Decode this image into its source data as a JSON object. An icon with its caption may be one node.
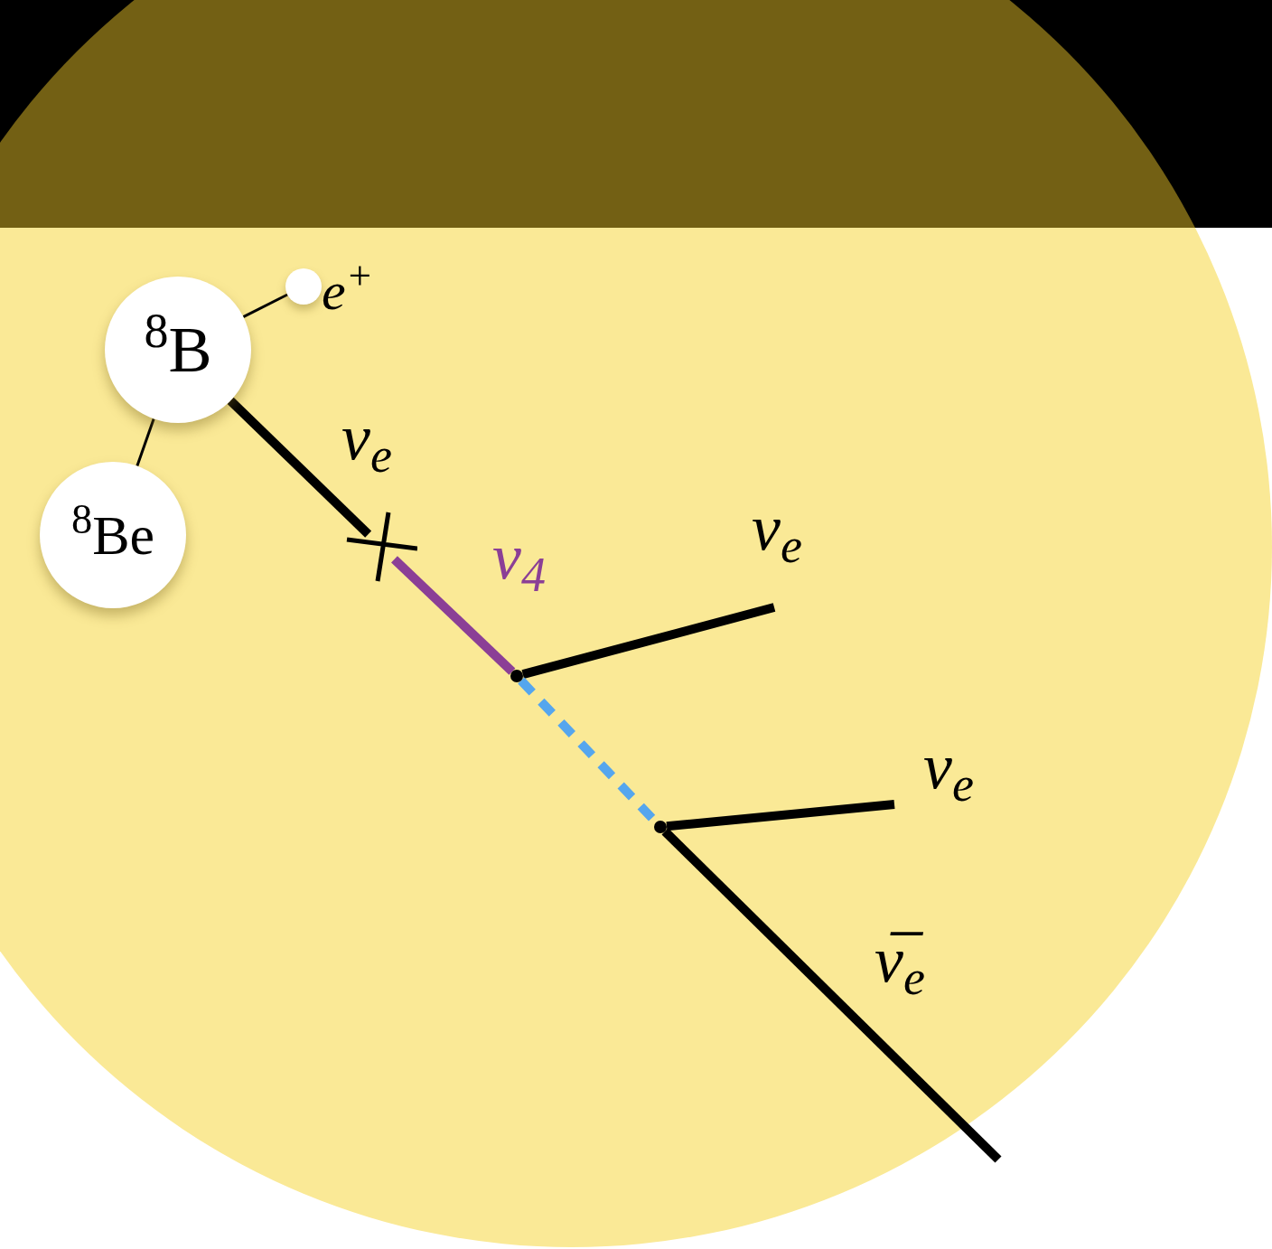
{
  "diagram": {
    "nodes": [
      {
        "text": [
          "$^{8}$B"
        ]
      },
      {
        "text": [
          "$^{8}$Be"
        ]
      },
      {
        "text": [],
        "shape": "circle",
        "beside": [
          "e$^{+}$"
        ]
      },
      {
        "text": [],
        "shape": "cross"
      },
      {
        "text": [],
        "shape": "point"
      },
      {
        "text": [],
        "shape": "point"
      }
    ],
    "edges": [
      {
        "from": 0,
        "to": 1,
        "arrow": "none"
      },
      {
        "from": 0,
        "to": 2,
        "arrow": "none"
      },
      {
        "from": 0,
        "to": 3,
        "arrow": "none",
        "label": "ν$_{e}$"
      },
      {
        "from": 3,
        "to": 4,
        "arrow": "none",
        "color": "#8b3f96",
        "label": "ν$_{4}$"
      },
      {
        "from": 4,
        "to": null,
        "arrow": "none",
        "label": "ν$_{e}$"
      },
      {
        "from": 4,
        "to": 5,
        "arrow": "none",
        "style": "dashed",
        "color": "#55a6ee"
      },
      {
        "from": 5,
        "to": null,
        "arrow": "none",
        "label": "ν$_{e}$"
      },
      {
        "from": 5,
        "to": null,
        "arrow": "none",
        "label": "ν̅$_{e}$"
      }
    ]
  }
}
